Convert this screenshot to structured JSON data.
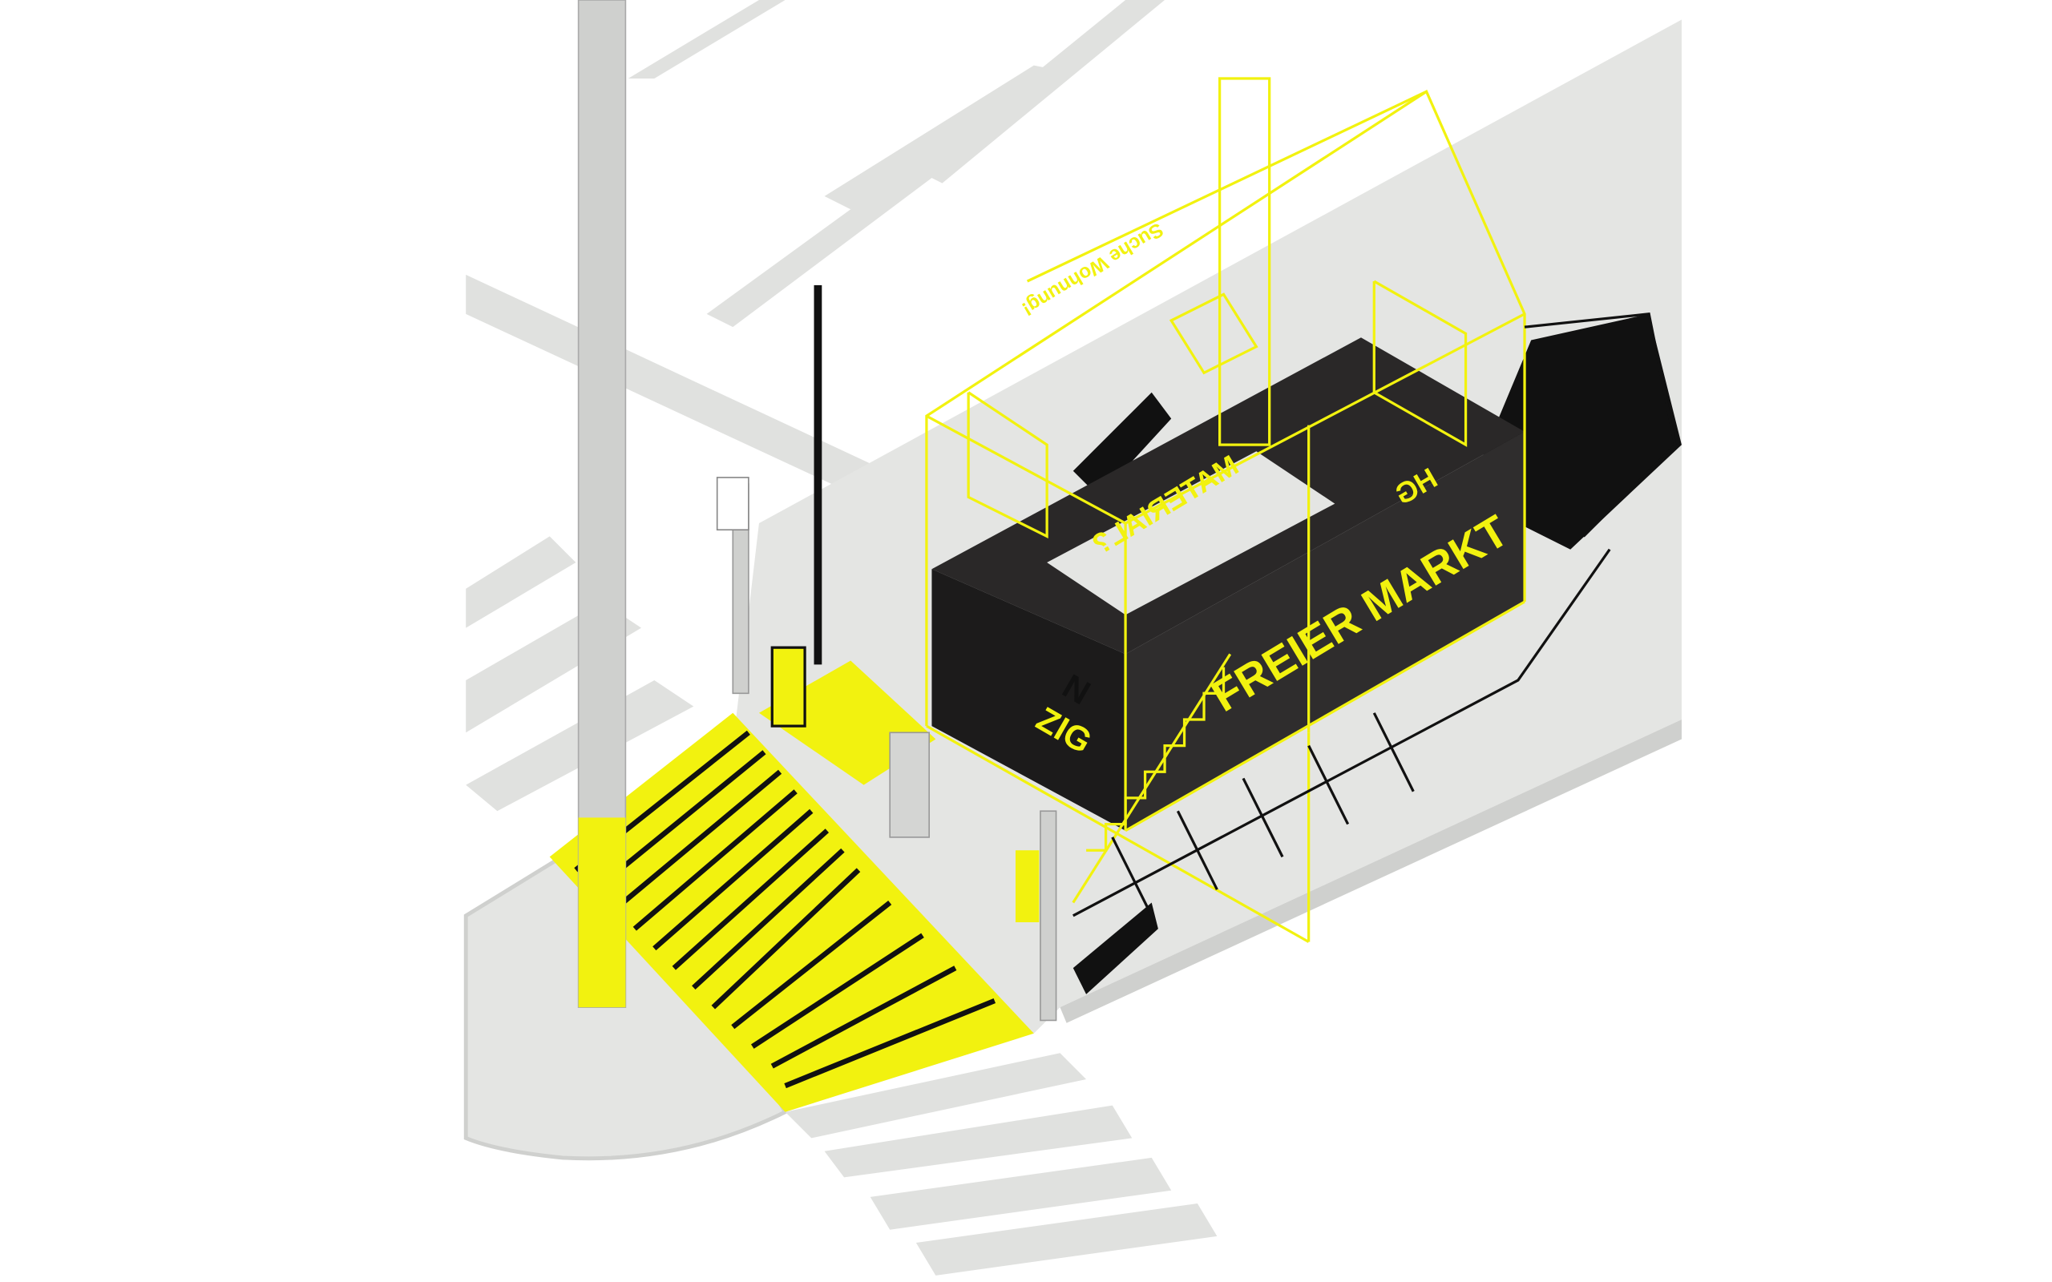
{
  "scene": {
    "title": "Isometric street installation",
    "signs": {
      "roof_sign": "Suche Wohnung!",
      "main_sign": "FREIER MARKT",
      "inner_sign": "MATERIAL?",
      "side_sign_a": "N",
      "side_sign_b": "ZIG",
      "back_sign": "HG"
    }
  },
  "colors": {
    "accent_yellow": "#f2f20f",
    "ground_gray": "#e4e5e3",
    "road_marking": "#d9dad8",
    "container_black": "#2a2828",
    "pole_gray": "#cfd0ce"
  }
}
